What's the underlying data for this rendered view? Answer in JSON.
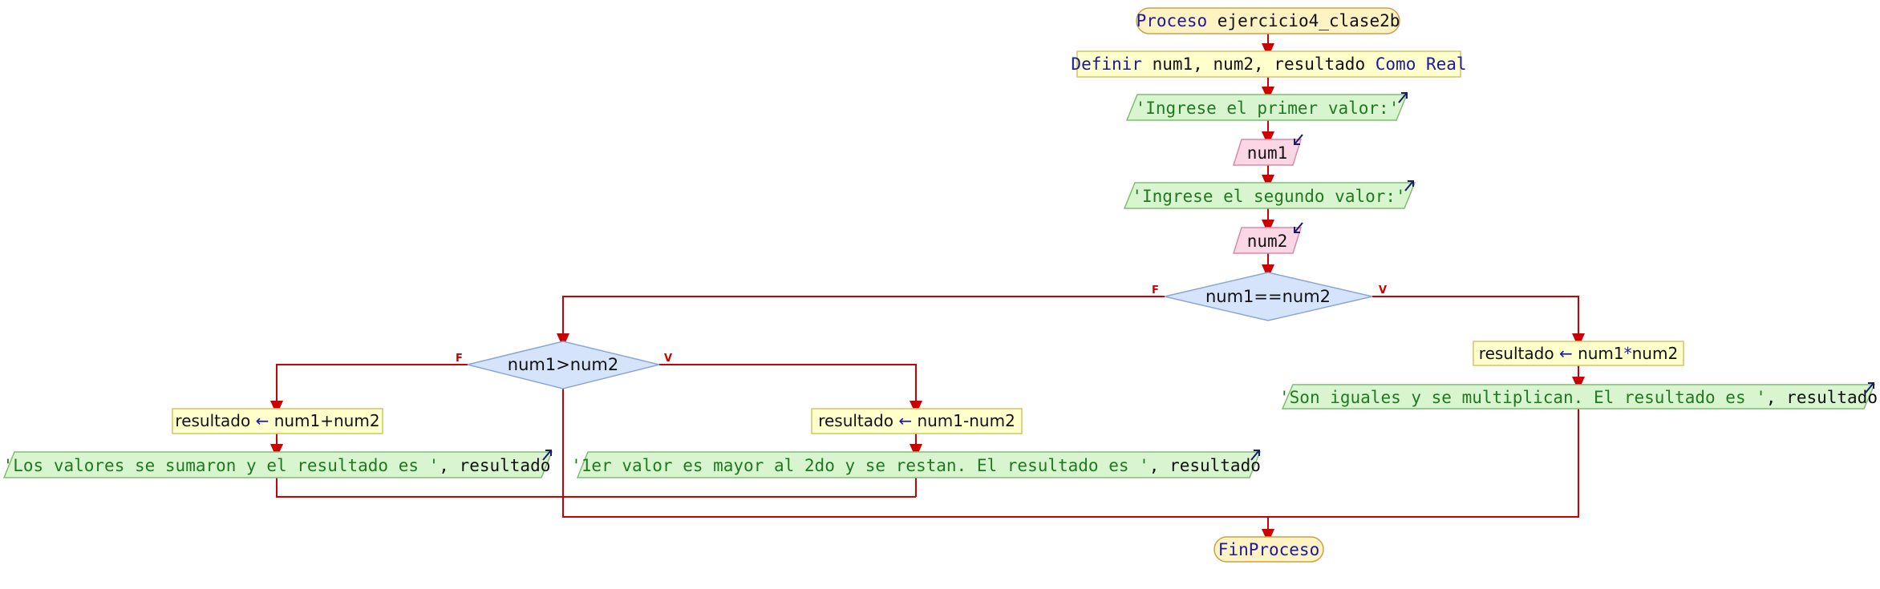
{
  "diagram": {
    "process_keyword": "Proceso",
    "process_name": "ejercicio4_clase2b",
    "define_keyword": "Definir",
    "define_vars": "num1, num2, resultado",
    "define_type_keyword": "Como",
    "define_type": "Real",
    "write1": "'Ingrese el primer valor:'",
    "read1": "num1",
    "write2": "'Ingrese el segundo valor:'",
    "read2": "num2",
    "cond1": "num1==num2",
    "cond1_false": "F",
    "cond1_true": "V",
    "cond2": "num1>num2",
    "cond2_false": "F",
    "cond2_true": "V",
    "assign_mult_lhs": "resultado",
    "assign_mult_rhs_a": "num1",
    "assign_mult_op": "*",
    "assign_mult_rhs_b": "num2",
    "write_mult_str": "'Son iguales y se multiplican. El resultado es '",
    "write_mult_var": ", resultado",
    "assign_sum_lhs": "resultado",
    "assign_sum_rhs": "num1+num2",
    "write_sum_str": "'Los valores se sumaron y el resultado es '",
    "write_sum_var": ", resultado",
    "assign_sub_lhs": "resultado",
    "assign_sub_rhs": "num1-num2",
    "write_sub_str": "'1er valor es mayor al 2do y se restan. El resultado es '",
    "write_sub_var": ", resultado",
    "assign_arrow": "←",
    "end_label": "FinProceso"
  },
  "colors": {
    "flow_line": "#cc0000",
    "terminal_fill": "#fff3c4",
    "terminal_stroke": "#c9a24a",
    "process_fill": "#ffffcc",
    "process_stroke": "#d4c46a",
    "output_fill": "#d9f5d0",
    "output_stroke": "#7cbf6e",
    "input_fill": "#fbd7e6",
    "input_stroke": "#d98aa8",
    "decision_fill": "#d6e4fb",
    "decision_stroke": "#8aa6d6",
    "keyword_text": "#1a1a9e",
    "string_text": "#1f7a1f"
  }
}
